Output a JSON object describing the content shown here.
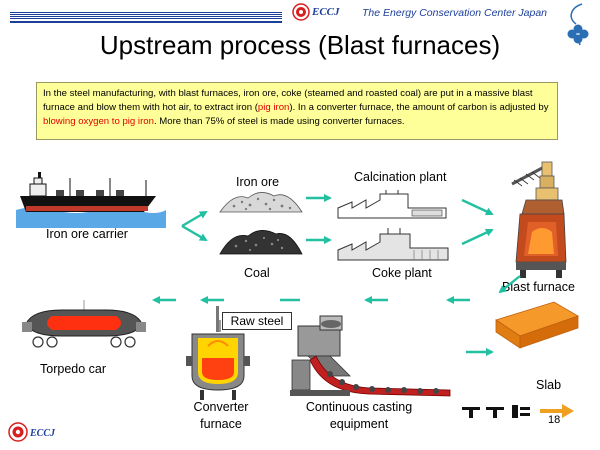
{
  "header": {
    "logo_text": "ECCJ",
    "organization": "The Energy Conservation Center Japan"
  },
  "title": "Upstream process (Blast furnaces)",
  "note": {
    "part1": "In the steel manufacturing, with blast furnaces, iron ore, coke (steamed and roasted coal) are put in a massive blast furnace and blow them with hot air, to extract iron (",
    "highlight1": "pig iron",
    "part2": "). In a converter furnace, the amount of carbon is adjusted by ",
    "highlight2": "blowing oxygen to pig iron",
    "part3": ". More than 75% of steel is made using converter furnaces."
  },
  "labels": {
    "iron_ore_carrier": "Iron ore carrier",
    "iron_ore": "Iron ore",
    "coal": "Coal",
    "calcination_plant": "Calcination plant",
    "coke_plant": "Coke plant",
    "blast_furnace": "Blast furnace",
    "slab": "Slab",
    "raw_steel": "Raw steel",
    "torpedo_car": "Torpedo car",
    "converter_furnace_line1": "Converter",
    "converter_furnace_line2": "furnace",
    "continuous_casting_line1": "Continuous casting",
    "continuous_casting_line2": "equipment"
  },
  "footer": {
    "page_number": "18",
    "logo_text": "ECCJ"
  },
  "colors": {
    "brand_blue": "#1d3f9c",
    "arrow_green": "#22c0a0",
    "highlight_red": "#e00000",
    "note_bg": "#ffff99"
  }
}
